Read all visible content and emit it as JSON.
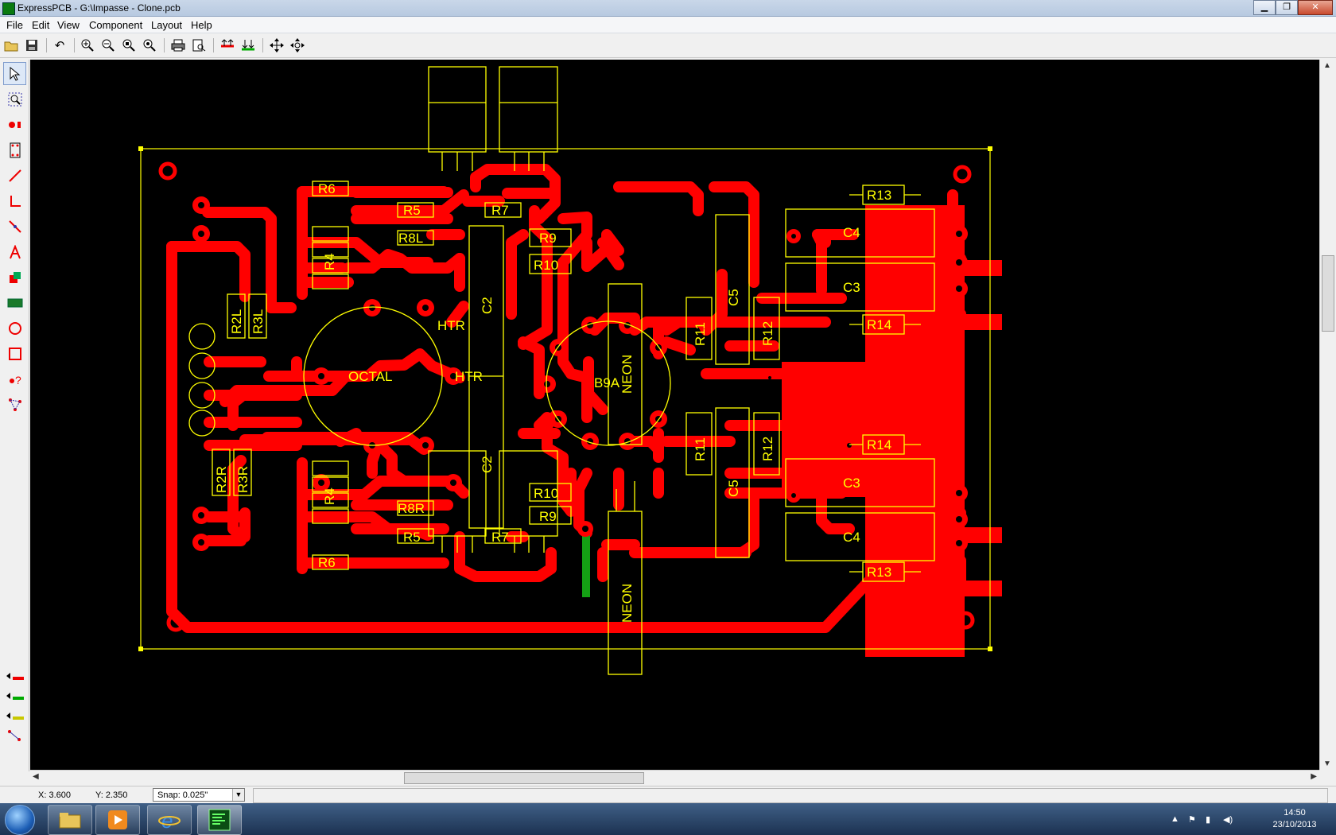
{
  "window": {
    "title": "ExpressPCB - G:\\Impasse - Clone.pcb"
  },
  "menu": [
    "File",
    "Edit",
    "View",
    "Component",
    "Layout",
    "Help"
  ],
  "toolbar": {
    "buttons": [
      "open-icon",
      "save-icon",
      "undo-icon",
      "zoom-in-icon",
      "zoom-out-icon",
      "zoom-fit-icon",
      "zoom-window-icon",
      "print-icon",
      "print-preview-icon",
      "layer-top-icon",
      "layer-bottom-icon",
      "pan-icon",
      "move-icon"
    ]
  },
  "left_tools": [
    "select-tool-icon",
    "zoom-box-tool-icon",
    "pad-tool-icon",
    "component-tool-icon",
    "trace-tool-icon",
    "corner-tool-icon",
    "line-tool-icon",
    "text-tool-icon",
    "fill-tool-icon",
    "ground-plane-icon",
    "circle-tool-icon",
    "rectangle-tool-icon",
    "query-tool-icon",
    "netlist-tool-icon"
  ],
  "layer_tools": [
    "top-copper-layer-icon",
    "bottom-copper-layer-icon",
    "silk-layer-icon",
    "rats-nest-icon"
  ],
  "pcb": {
    "colors": {
      "background": "#000000",
      "copper": "#ff0000",
      "silk": "#ffff00",
      "jumper": "#14a014"
    },
    "labels": {
      "r6a": "R6",
      "r5a": "R5",
      "r7a": "R7",
      "r8la": "R8L",
      "r9a": "R9",
      "r10a": "R10",
      "r4a": "R4",
      "r2l": "R2L",
      "r3l": "R3L",
      "c2a": "C2",
      "htr1": "HTR",
      "htr2": "HTR",
      "octal": "OCTAL",
      "b9a": "B9A",
      "neon1": "NEON",
      "neon2": "NEON",
      "r11a": "R11",
      "r12a": "R12",
      "c5a": "C5",
      "r13a": "R13",
      "c4a": "C4",
      "c3a": "C3",
      "r14a": "R14",
      "r14b": "R14",
      "c3b": "C3",
      "c4b": "C4",
      "r13b": "R13",
      "r11b": "R11",
      "r12b": "R12",
      "c5b": "C5",
      "r2r": "R2R",
      "r3r": "R3R",
      "r4b": "R4",
      "c2b": "C2",
      "r8r": "R8R",
      "r10b": "R10",
      "r9b": "R9",
      "r5b": "R5",
      "r7b": "R7",
      "r6b": "R6"
    }
  },
  "status": {
    "x": "X: 3.600",
    "y": "Y: 2.350",
    "snap": "Snap:  0.025\""
  },
  "taskbar": {
    "apps": [
      "file-explorer-icon",
      "media-player-icon",
      "internet-explorer-icon",
      "expresspcb-icon"
    ],
    "time": "14:50",
    "date": "23/10/2013"
  }
}
